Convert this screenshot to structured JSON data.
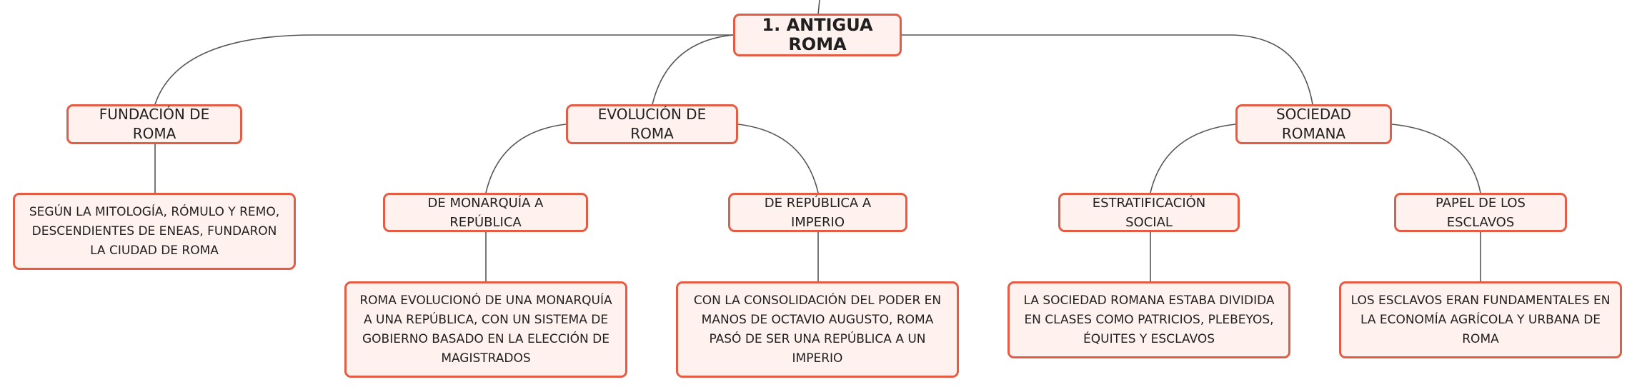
{
  "map": {
    "root": "1. ANTIGUA ROMA",
    "branches": [
      {
        "label": "FUNDACIÓN DE ROMA",
        "detail": "SEGÚN LA MITOLOGÍA, RÓMULO Y REMO, DESCENDIENTES DE ENEAS, FUNDARON LA CIUDAD DE ROMA"
      },
      {
        "label": "EVOLUCIÓN DE ROMA",
        "children": [
          {
            "label": "DE MONARQUÍA A REPÚBLICA",
            "detail": "ROMA EVOLUCIONÓ DE UNA MONARQUÍA A UNA REPÚBLICA, CON UN SISTEMA DE GOBIERNO BASADO EN LA ELECCIÓN DE MAGISTRADOS"
          },
          {
            "label": "DE REPÚBLICA A IMPERIO",
            "detail": "CON LA CONSOLIDACIÓN DEL PODER EN MANOS DE OCTAVIO AUGUSTO, ROMA PASÓ DE SER UNA REPÚBLICA A UN IMPERIO"
          }
        ]
      },
      {
        "label": "SOCIEDAD ROMANA",
        "children": [
          {
            "label": "ESTRATIFICACIÓN SOCIAL",
            "detail": "LA SOCIEDAD ROMANA ESTABA DIVIDIDA EN CLASES COMO PATRICIOS, PLEBEYOS, ÉQUITES Y ESCLAVOS"
          },
          {
            "label": "PAPEL DE LOS ESCLAVOS",
            "detail": "LOS ESCLAVOS ERAN FUNDAMENTALES EN LA ECONOMÍA AGRÍCOLA Y URBANA DE ROMA"
          }
        ]
      }
    ]
  }
}
